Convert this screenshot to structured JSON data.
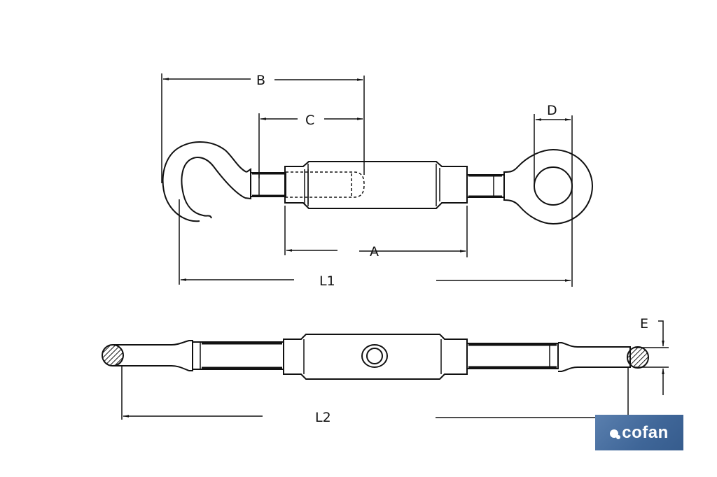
{
  "figure": {
    "description": "Technical drawing of a hook-and-eye turnbuckle with dimension callouts",
    "top_view": {
      "dimensions": {
        "B": "B",
        "C": "C",
        "D": "D",
        "A": "A",
        "L1": "L1"
      }
    },
    "side_view": {
      "dimensions": {
        "E": "E",
        "L2": "L2"
      }
    }
  },
  "brand": {
    "logo_text": "cofan",
    "logo_color": "#3f6698"
  },
  "colors": {
    "line": "#111111",
    "background": "#ffffff"
  }
}
